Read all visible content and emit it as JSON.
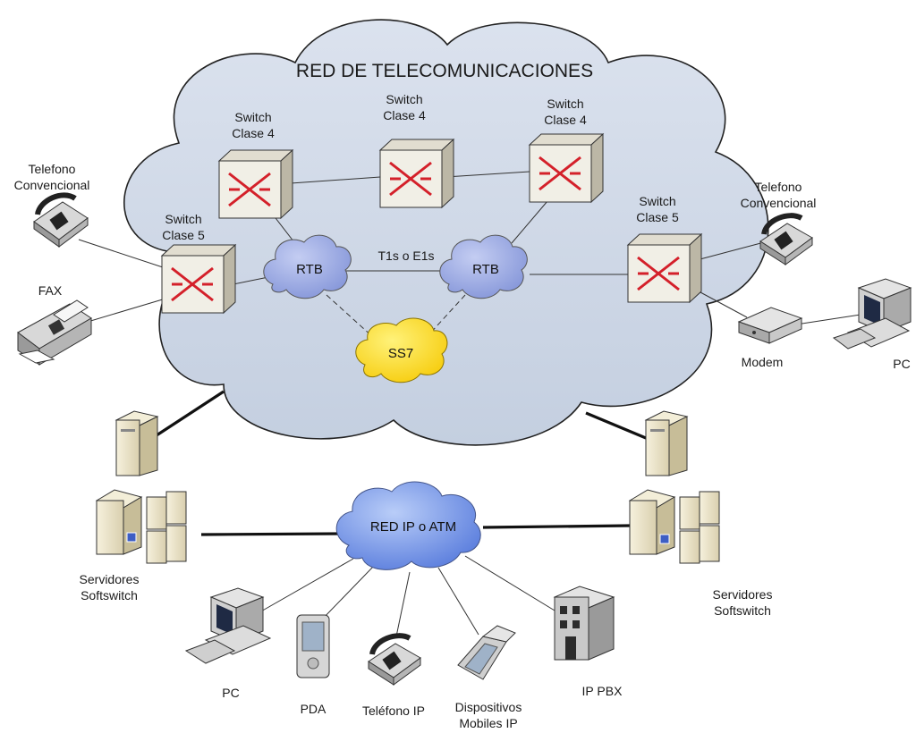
{
  "title": "RED DE TELECOMUNICACIONES",
  "switches": {
    "c4_left": [
      "Switch",
      "Clase 4"
    ],
    "c4_center": [
      "Switch",
      "Clase 4"
    ],
    "c4_right": [
      "Switch",
      "Clase 4"
    ],
    "c5_left": [
      "Switch",
      "Clase 5"
    ],
    "c5_right": [
      "Switch",
      "Clase 5"
    ]
  },
  "clouds": {
    "rtb_left": "RTB",
    "rtb_right": "RTB",
    "ss7": "SS7",
    "ip": "RED IP o ATM"
  },
  "links": {
    "trunk": "T1s o E1s"
  },
  "devices": {
    "phone_left": [
      "Telefono",
      "Convencional"
    ],
    "fax": "FAX",
    "phone_right": [
      "Telefono",
      "Convencional"
    ],
    "modem": "Modem",
    "pc_right": "PC",
    "servers_left": [
      "Servidores",
      "Softswitch"
    ],
    "servers_right": [
      "Servidores",
      "Softswitch"
    ],
    "pc_bottom": "PC",
    "pda": "PDA",
    "ip_phone": "Teléfono IP",
    "mobile": [
      "Dispositivos",
      "Mobiles IP"
    ],
    "ip_pbx": "IP PBX"
  },
  "colors": {
    "main_cloud": "#cfd8e6",
    "rtb_cloud": "#8f9fdc",
    "ss7_cloud": "#ffdd33",
    "ip_cloud": "#6f8fe0",
    "switch_face": "#f1efe6",
    "switch_arrows": "#d4202a"
  }
}
